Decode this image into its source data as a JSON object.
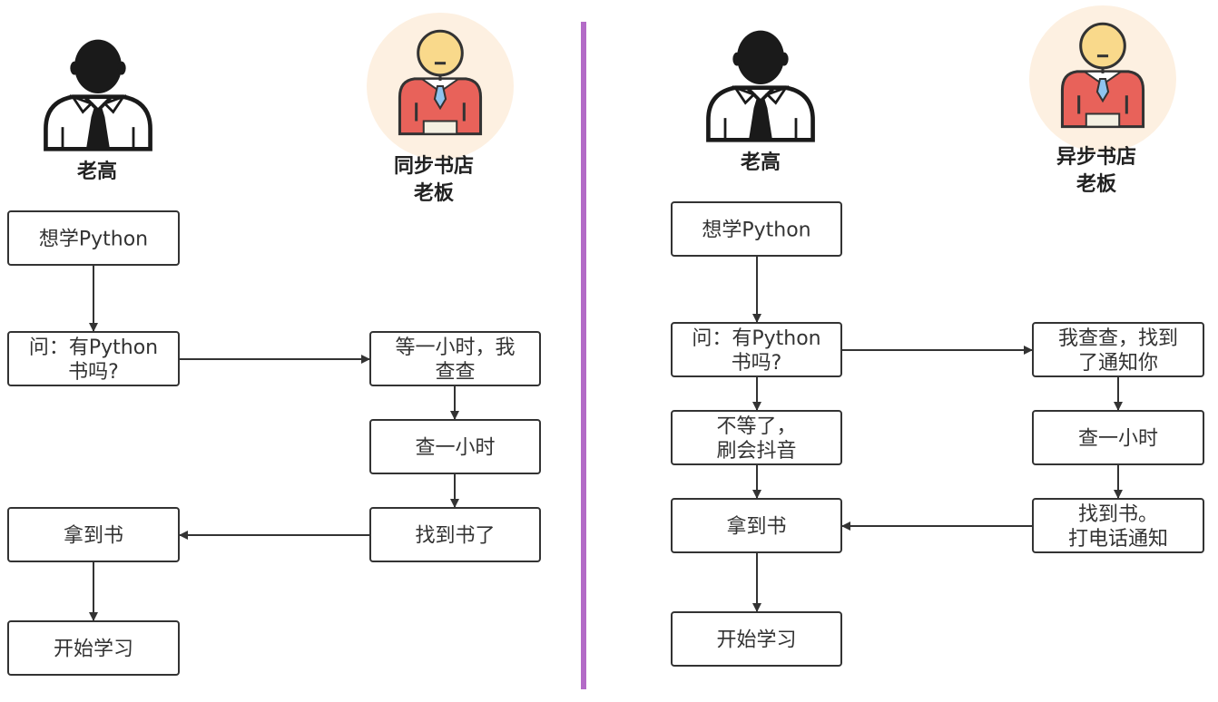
{
  "left": {
    "person_label": "老高",
    "boss_label": [
      "同步书店",
      "老板"
    ],
    "boxes": {
      "want": [
        "想学Python"
      ],
      "ask": [
        "问：有Python",
        "书吗?"
      ],
      "wait": [
        "等一小时，我",
        "查查"
      ],
      "check": [
        "查一小时"
      ],
      "found": [
        "找到书了"
      ],
      "got": [
        "拿到书"
      ],
      "study": [
        "开始学习"
      ]
    }
  },
  "right": {
    "person_label": "老高",
    "boss_label": [
      "异步书店",
      "老板"
    ],
    "boxes": {
      "want": [
        "想学Python"
      ],
      "ask": [
        "问：有Python",
        "书吗?"
      ],
      "notify": [
        "我查查，找到",
        "了通知你"
      ],
      "nowait": [
        "不等了，",
        "刷会抖音"
      ],
      "check": [
        "查一小时"
      ],
      "found": [
        "找到书。",
        "打电话通知"
      ],
      "got": [
        "拿到书"
      ],
      "study": [
        "开始学习"
      ]
    }
  },
  "colors": {
    "divider": "#b36bc7",
    "box_border": "#333333",
    "arrow": "#333333",
    "boss_circle": "#fdf0e1",
    "boss_body": "#e8625a",
    "boss_head": "#f9d98b",
    "person": "#1a1a1a"
  },
  "icons": [
    "person-icon",
    "shopkeeper-icon"
  ]
}
